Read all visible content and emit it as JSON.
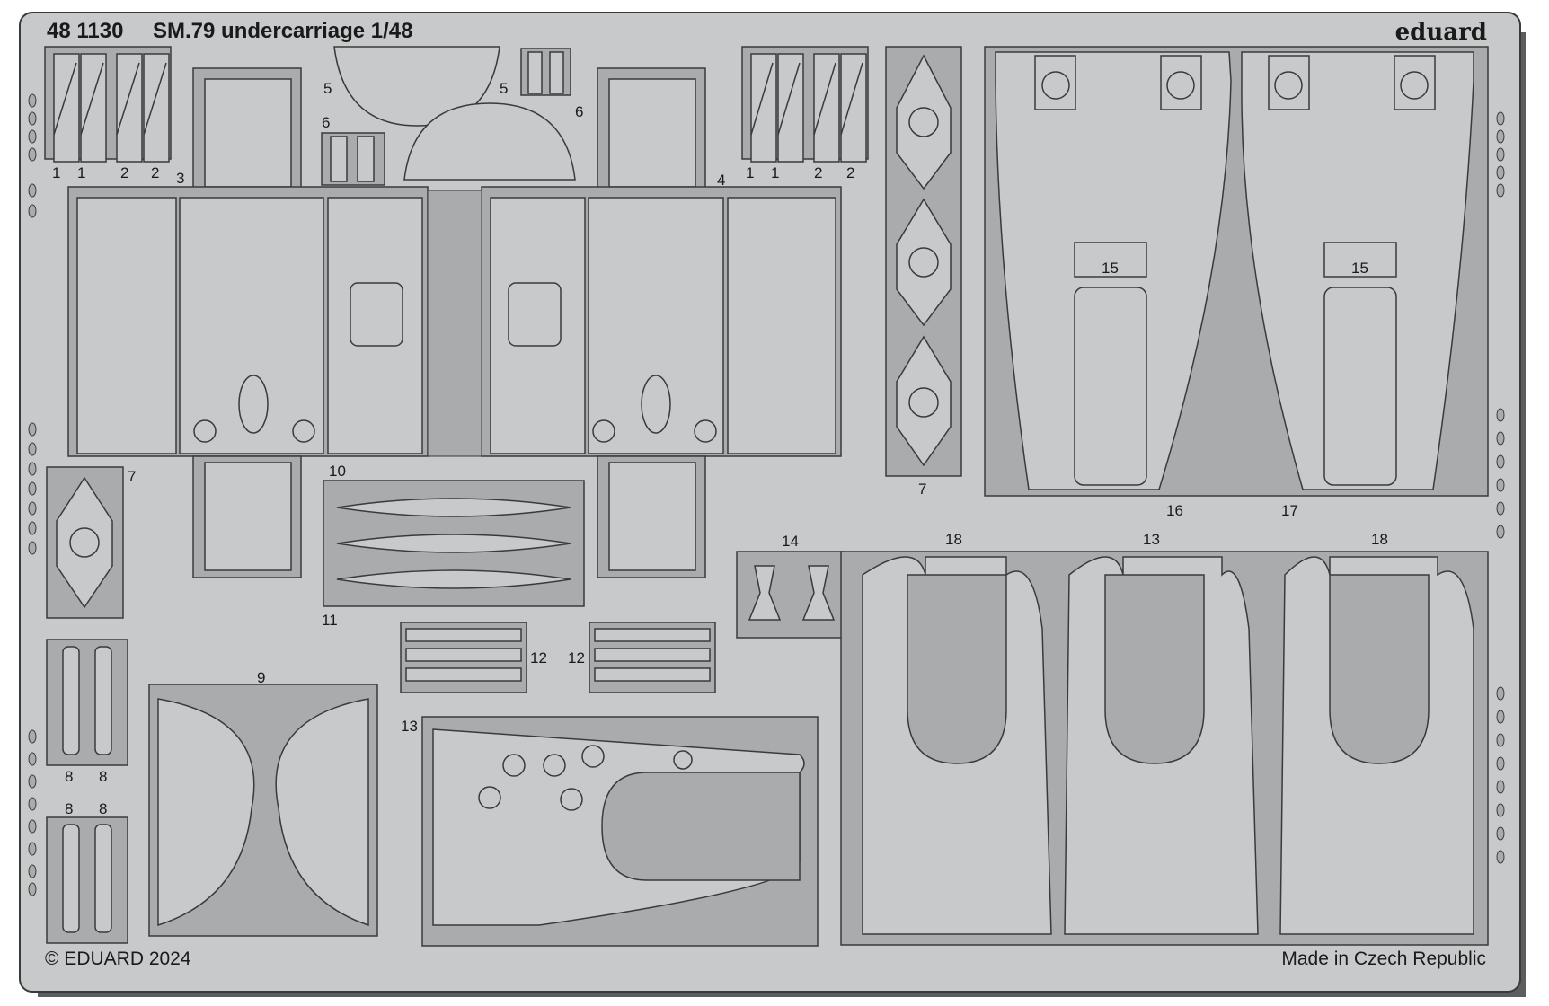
{
  "header": {
    "part_number": "48 1130",
    "title": "SM.79 undercarriage 1/48",
    "brand": "eduard"
  },
  "footer": {
    "copyright": "© EDUARD 2024",
    "origin": "Made in Czech Republic"
  },
  "part_labels": [
    "1",
    "1",
    "2",
    "2",
    "3",
    "4",
    "1",
    "1",
    "2",
    "2",
    "5",
    "5",
    "6",
    "6",
    "7",
    "7",
    "8",
    "8",
    "8",
    "8",
    "9",
    "10",
    "11",
    "12",
    "12",
    "13",
    "13",
    "14",
    "15",
    "15",
    "16",
    "17",
    "18",
    "18"
  ],
  "colors": {
    "fret_metal": "#c7c9ca",
    "half_etch": "#a9abac",
    "outline": "#3a3a3a",
    "shadow": "#5b5d5e",
    "label_text": "#1a1a1a"
  }
}
